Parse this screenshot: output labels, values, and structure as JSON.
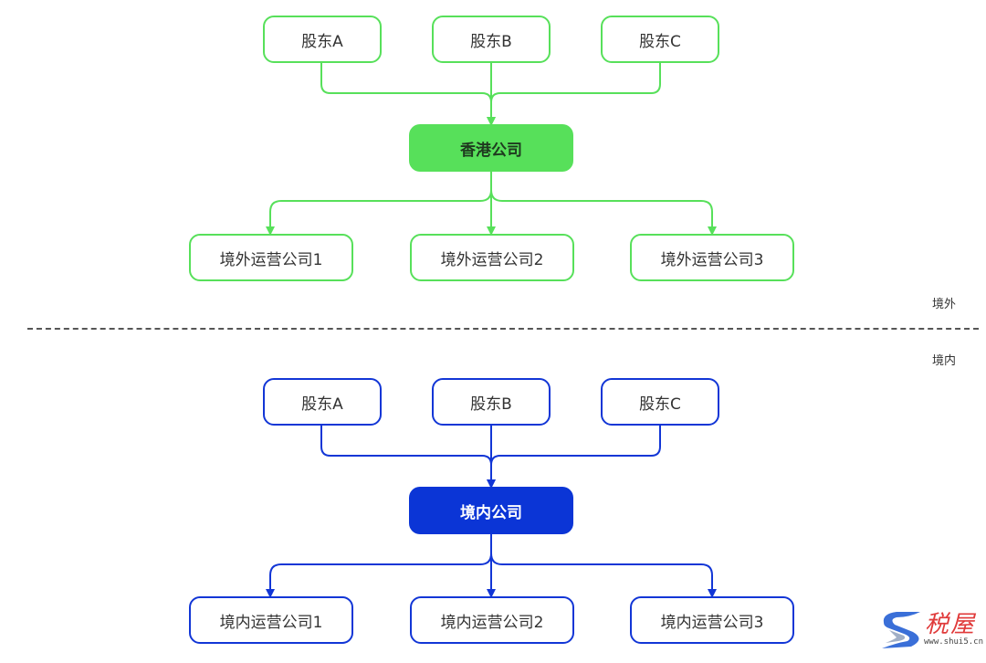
{
  "colors": {
    "green": "#57e05a",
    "blue": "#0b35d6",
    "divider": "#555555"
  },
  "offshore": {
    "zone_label": "境外",
    "shareholders": [
      "股东A",
      "股东B",
      "股东C"
    ],
    "hub": "香港公司",
    "subsidiaries": [
      "境外运营公司1",
      "境外运营公司2",
      "境外运营公司3"
    ]
  },
  "onshore": {
    "zone_label": "境内",
    "shareholders": [
      "股东A",
      "股东B",
      "股东C"
    ],
    "hub": "境内公司",
    "subsidiaries": [
      "境内运营公司1",
      "境内运营公司2",
      "境内运营公司3"
    ]
  },
  "watermark": {
    "text": "税屋",
    "url": "www.shui5.cn",
    "icon": "s-logo-icon"
  }
}
